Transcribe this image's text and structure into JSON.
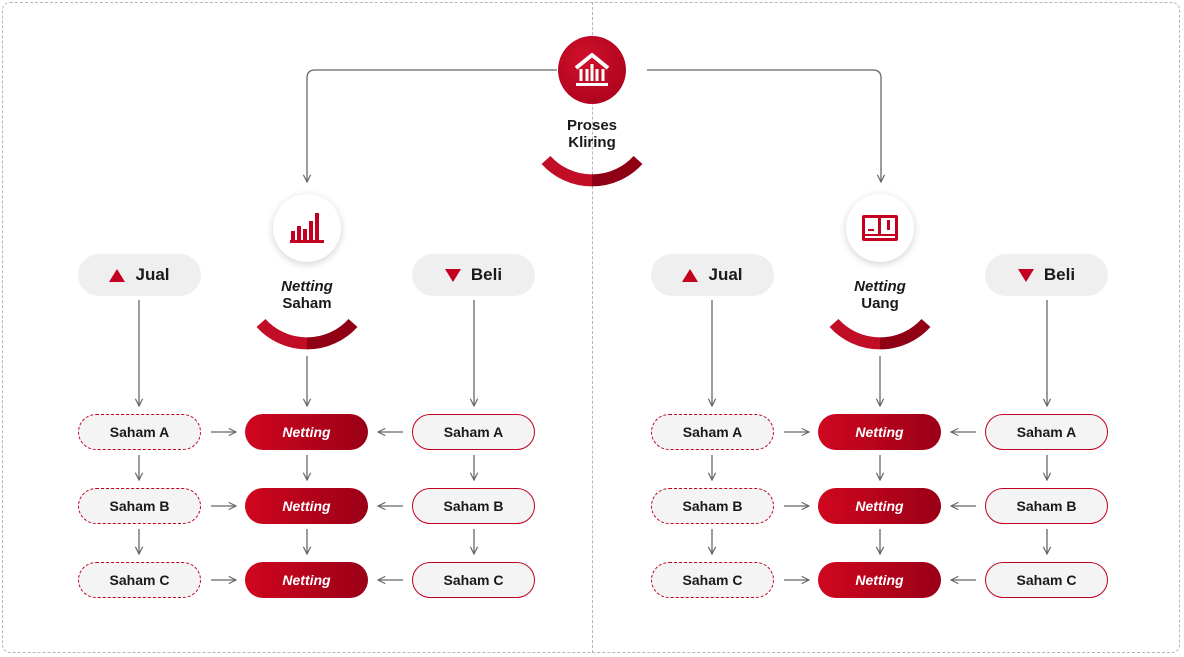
{
  "top": {
    "icon": "bank-icon",
    "title_line1": "Proses",
    "title_line2": "Kliring"
  },
  "panels": [
    {
      "icon": "candlestick-chart-icon",
      "title_italic": "Netting",
      "title_rest": "Saham",
      "sell_label": "Jual",
      "buy_label": "Beli",
      "sell_items": [
        "Saham A",
        "Saham B",
        "Saham C"
      ],
      "netting_items": [
        "Netting",
        "Netting",
        "Netting"
      ],
      "buy_items": [
        "Saham A",
        "Saham B",
        "Saham C"
      ]
    },
    {
      "icon": "wallet-icon",
      "title_italic": "Netting",
      "title_rest": "Uang",
      "sell_label": "Jual",
      "buy_label": "Beli",
      "sell_items": [
        "Saham A",
        "Saham B",
        "Saham C"
      ],
      "netting_items": [
        "Netting",
        "Netting",
        "Netting"
      ],
      "buy_items": [
        "Saham A",
        "Saham B",
        "Saham C"
      ]
    }
  ],
  "colors": {
    "accent": "#c3001f",
    "accent_dark": "#8f0014",
    "pill_bg": "#efefef",
    "line": "#666666"
  }
}
